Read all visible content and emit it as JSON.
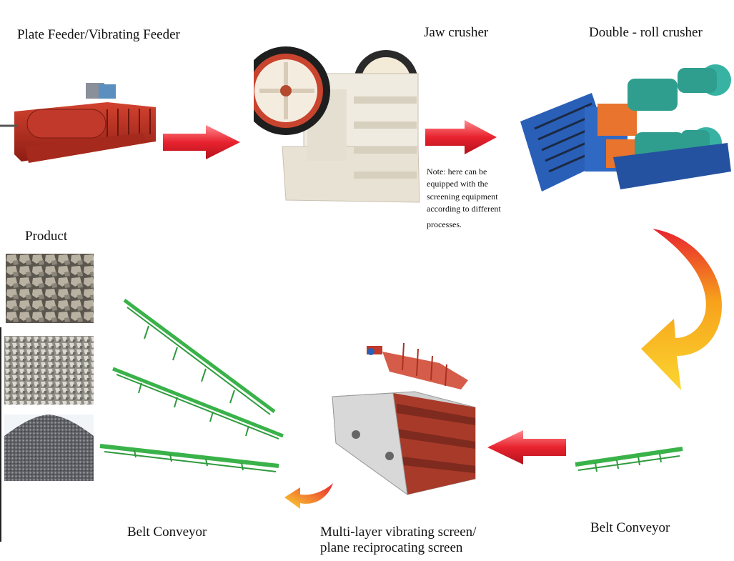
{
  "labels": {
    "plate_feeder": "Plate Feeder/Vibrating Feeder",
    "jaw_crusher": "Jaw crusher",
    "double_roll": "Double - roll crusher",
    "product": "Product",
    "belt_conveyor_left": "Belt Conveyor",
    "belt_conveyor_right": "Belt Conveyor",
    "screen_line1": "Multi-layer vibrating screen/",
    "screen_line2": "plane reciprocating screen"
  },
  "note": {
    "line1": "Note: here can be",
    "line2": "equipped with the",
    "line3": "screening equipment",
    "line4": "according to different",
    "line5": "processes."
  },
  "colors": {
    "arrow_red": "#e8232f",
    "arrow_orange": "#f7a21b",
    "arrow_yellow": "#fbd630",
    "machine_red": "#b3261e",
    "machine_cream": "#efe9dc",
    "roll_blue": "#2a5fb8",
    "motor_teal": "#2f9e8f",
    "conveyor_green": "#3ab24a",
    "screen_grey": "#cfcfcf"
  }
}
